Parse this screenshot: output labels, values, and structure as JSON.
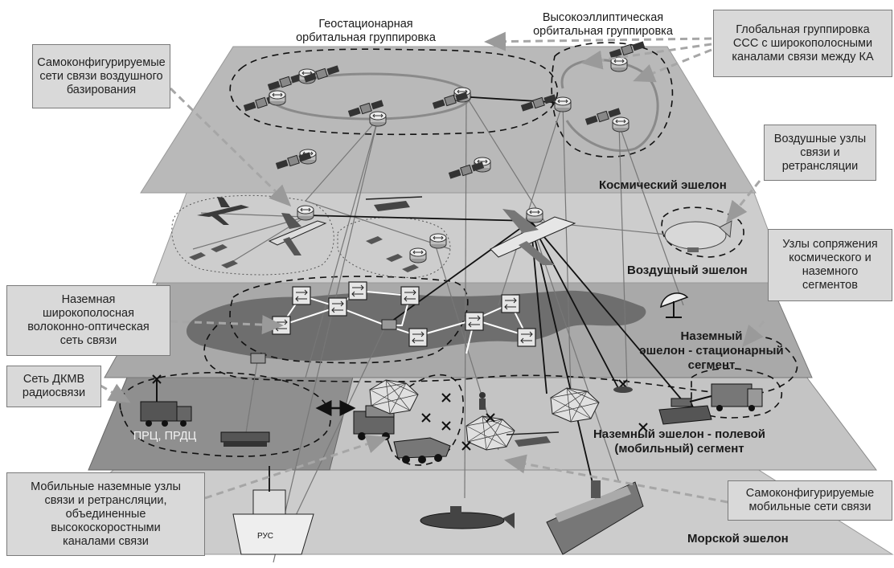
{
  "orbit_labels": {
    "geo": "Геостационарная\nорбитальная группировка",
    "heo": "Высокоэллиптическая\nорбитальная группировка"
  },
  "callouts": {
    "global_constellation": "Глобальная группировка\nССС с широкополосными\nканалами связи между КА",
    "air_selfconfig": "Самоконфигурируемые\nсети связи воздушного\nбазирования",
    "air_nodes": "Воздушные узлы\nсвязи и\nретрансляции",
    "interface_nodes": "Узлы сопряжения\nкосмического и\nназемного\nсегментов",
    "fiber_network": "Наземная\nширокополосная\nволоконно-оптическая\nсеть связи",
    "hf_network": "Сеть ДКМВ\nрадиосвязи",
    "mobile_ground_nodes": "Мобильные наземные узлы\nсвязи и ретрансляции,\nобъединенные\nвысокоскоростными\nканалами связи",
    "mobile_selfconfig": "Самоконфигурируемые\nмобильные сети связи"
  },
  "layer_labels": {
    "space": "Космический эшелон",
    "air": "Воздушный эшелон",
    "ground_stationary": "Наземный\nэшелон - стационарный\nсегмент",
    "ground_field": "Наземный эшелон - полевой\n(мобильный) сегмент",
    "sea": "Морской эшелон"
  },
  "misc_labels": {
    "hf_stations": "ПРЦ, ПРДЦ",
    "ship_marking": "РУС"
  },
  "colors": {
    "space_plane": "#b9b9b9",
    "air_plane": "#cdcdcd",
    "ground_plane": "#a9a9a9",
    "terrain": "#6e6e6e",
    "field_plane": "#8f8f8f",
    "field_right": "#c4c4c4",
    "sea_plane": "#cccccc",
    "callout_bg": "#d9d9d9",
    "dashed_arrow": "#a6a6a6"
  }
}
